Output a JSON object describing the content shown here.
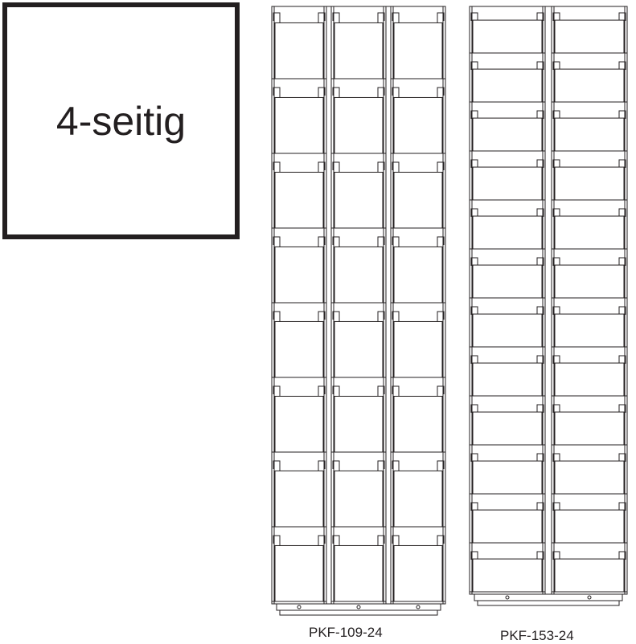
{
  "label": {
    "text": "4-seitig"
  },
  "stands": [
    {
      "model": "PKF-109-24",
      "columns": 3,
      "rows": 8
    },
    {
      "model": "PKF-153-24",
      "columns": 2,
      "rows": 12
    }
  ],
  "colors": {
    "line": "#231f20",
    "background": "#ffffff"
  }
}
